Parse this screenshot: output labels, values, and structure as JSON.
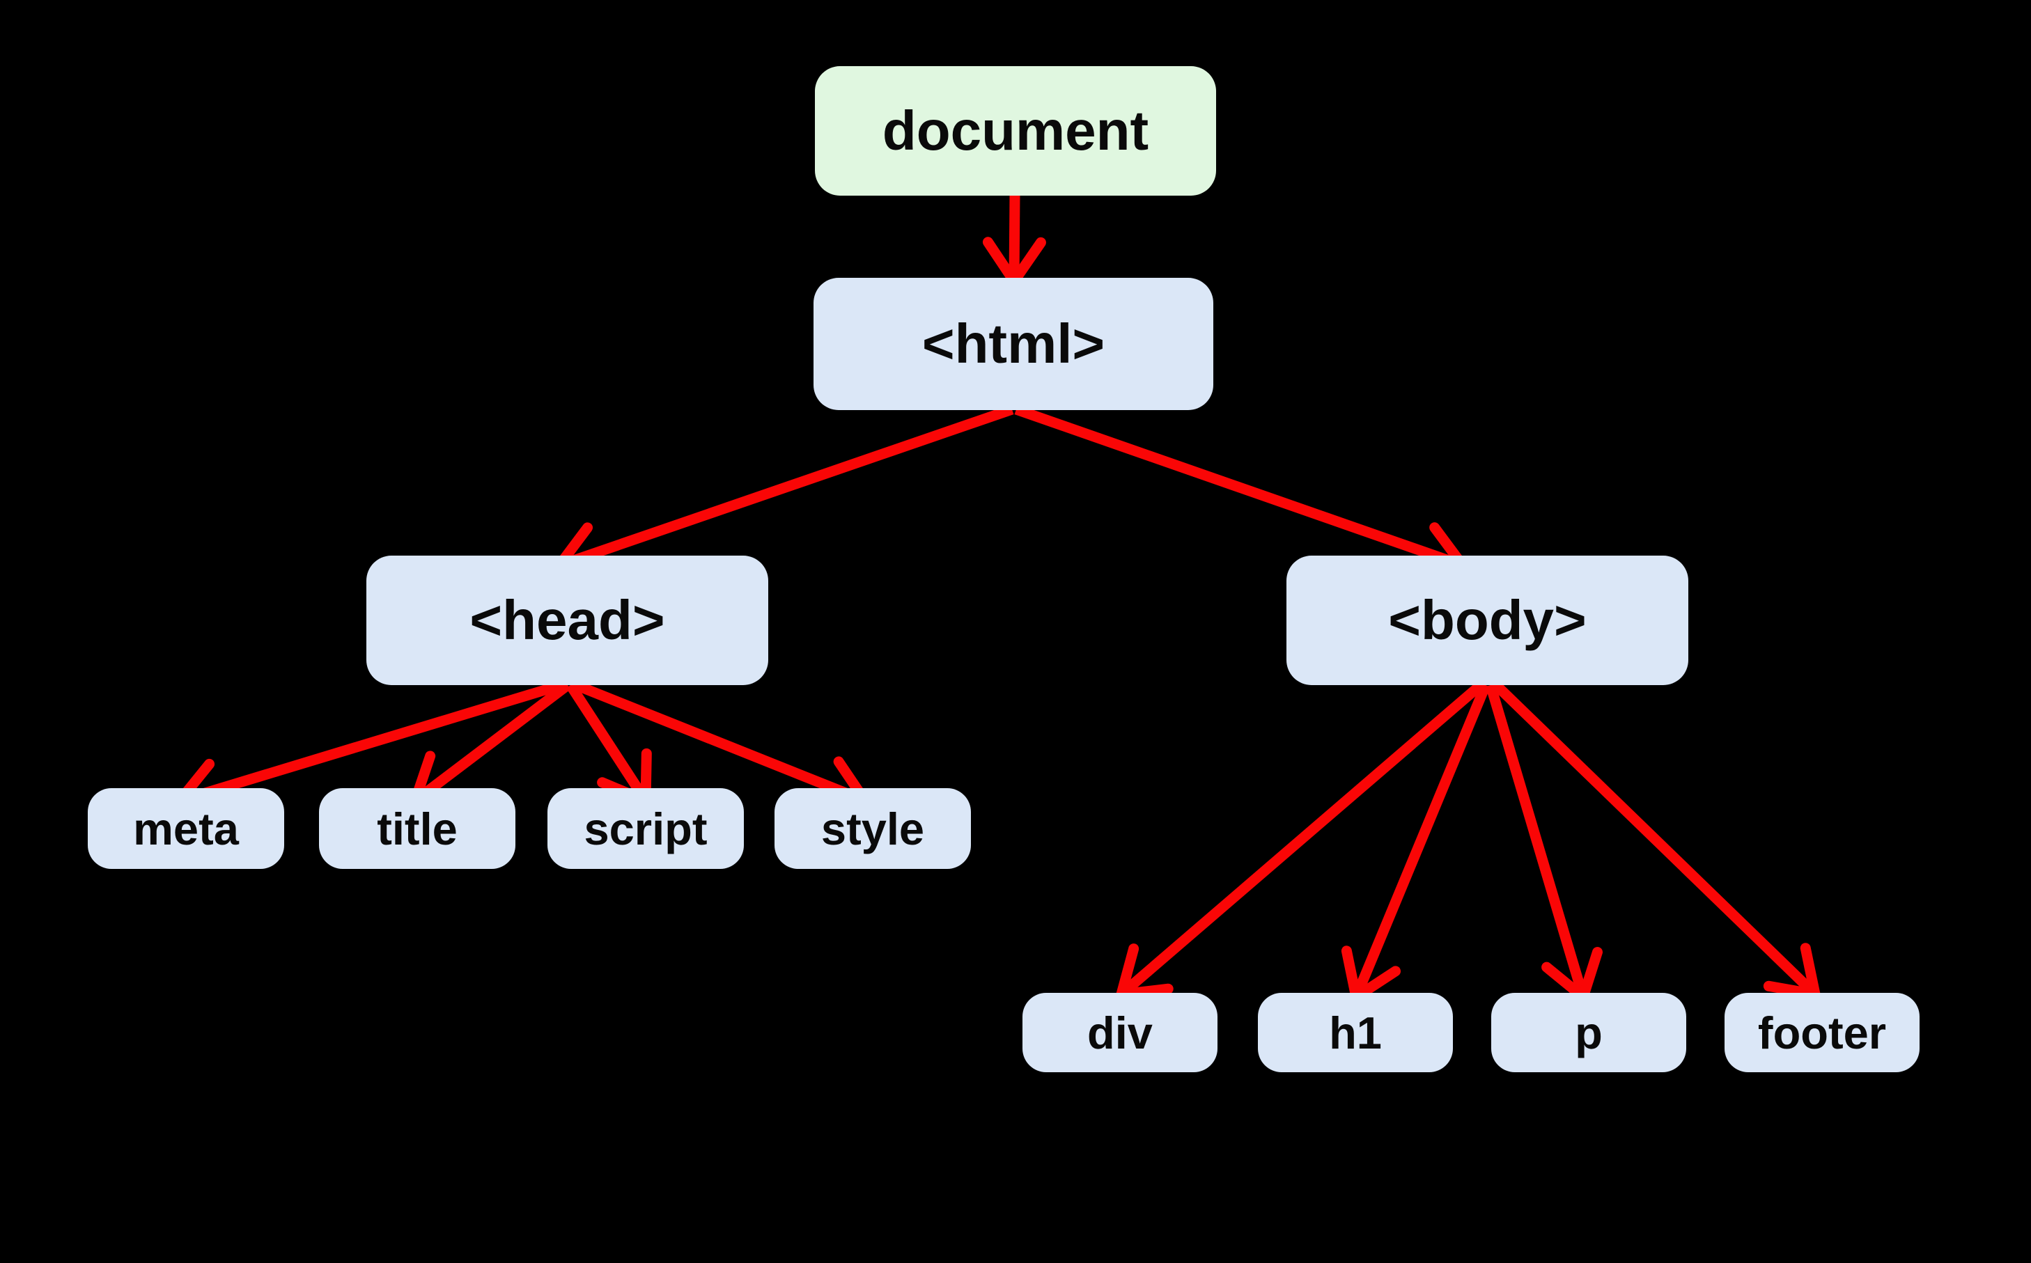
{
  "diagram": {
    "type": "dom-tree",
    "background_color": "#000000",
    "colors": {
      "root_node_fill": "#e0f7e0",
      "element_node_fill": "#dbe7f7",
      "arrow": "#fa0606",
      "text": "#0a0a0a"
    },
    "nodes": {
      "document": {
        "label": "document"
      },
      "html": {
        "label": "<html>"
      },
      "head": {
        "label": "<head>"
      },
      "body": {
        "label": "<body>"
      },
      "meta": {
        "label": "meta"
      },
      "title": {
        "label": "title"
      },
      "script": {
        "label": "script"
      },
      "style": {
        "label": "style"
      },
      "div": {
        "label": "div"
      },
      "h1": {
        "label": "h1"
      },
      "p": {
        "label": "p"
      },
      "footer": {
        "label": "footer"
      }
    },
    "edges": [
      {
        "from": "document",
        "to": "html"
      },
      {
        "from": "html",
        "to": "head"
      },
      {
        "from": "html",
        "to": "body"
      },
      {
        "from": "head",
        "to": "meta"
      },
      {
        "from": "head",
        "to": "title"
      },
      {
        "from": "head",
        "to": "script"
      },
      {
        "from": "head",
        "to": "style"
      },
      {
        "from": "body",
        "to": "div"
      },
      {
        "from": "body",
        "to": "h1"
      },
      {
        "from": "body",
        "to": "p"
      },
      {
        "from": "body",
        "to": "footer"
      }
    ]
  }
}
